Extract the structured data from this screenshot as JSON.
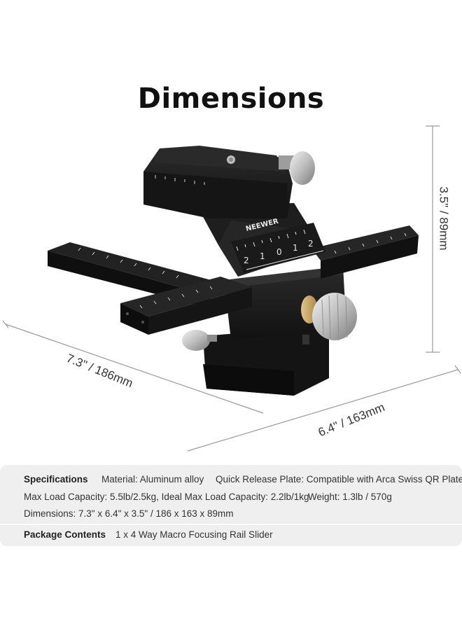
{
  "title": "Dimensions",
  "product": {
    "brand_logo": "NEEWER",
    "height_label": "3.5\" / 89mm",
    "width_label": "7.3\" / 186mm",
    "depth_label": "6.4\" / 163mm"
  },
  "specs": {
    "heading": "Specifications",
    "material": "Material: Aluminum alloy",
    "quick_release": "Quick Release Plate: Compatible with Arca Swiss QR Plate",
    "max_load": "Max Load Capacity: 5.5lb/2.5kg, Ideal Max Load Capacity: 2.2lb/1kg",
    "weight": "Weight: 1.3lb / 570g",
    "dimensions": "Dimensions: 7.3\" x 6.4\" x 3.5\" / 186 x 163 x 89mm",
    "package_heading": "Package Contents",
    "package_contents": "1 x 4 Way Macro Focusing Rail Slider"
  },
  "colors": {
    "body": "#1c1c1c",
    "scale_text": "#e8e8e8",
    "knob": "#c8c8c8",
    "brass": "#c9a760",
    "spec_bg": "#efefef"
  }
}
